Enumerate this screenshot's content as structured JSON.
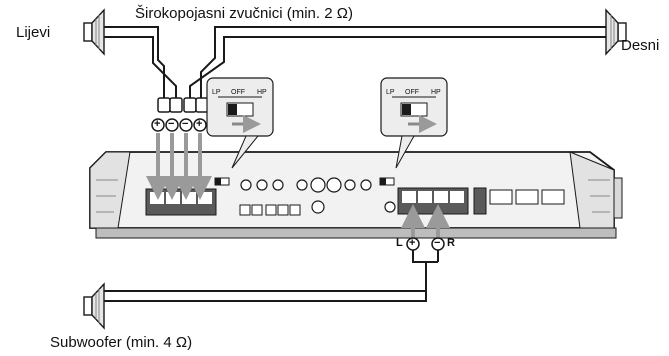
{
  "labels": {
    "speakers_title": "Širokopojasni zvučnici (min. 2 Ω)",
    "left": "Lijevi",
    "right": "Desni",
    "subwoofer": "Subwoofer (min. 4 Ω)",
    "bridge_left": "L",
    "bridge_right": "R"
  },
  "switch_labels": {
    "lp": "LP",
    "off": "OFF",
    "hp": "HP"
  },
  "terminal_signs": [
    "+",
    "−",
    "−",
    "+"
  ],
  "bridge_signs": [
    "+",
    "−"
  ],
  "colors": {
    "line": "#1a1a1a",
    "amp_fill": "#f2f2f2",
    "amp_shade": "#bdbdbd",
    "terminal_block": "#5a5a5a",
    "arrow": "#9a9a9a"
  },
  "icons": [
    "speaker-icon",
    "switch-callout-icon",
    "arrow-icon"
  ]
}
